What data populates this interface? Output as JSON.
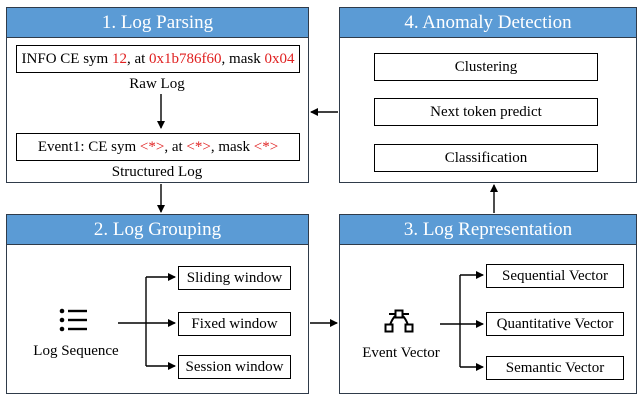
{
  "stage1": {
    "title": "1. Log Parsing",
    "raw_log": {
      "p1": "INFO CE sym ",
      "v1": "12",
      "p2": ", at ",
      "v2": "0x1b786f60",
      "p3": ", mask ",
      "v3": "0x04"
    },
    "raw_label": "Raw Log",
    "structured_log": {
      "p1": "Event1: CE sym ",
      "v1": "<*>",
      "p2": ", at ",
      "v2": "<*>",
      "p3": ", mask ",
      "v3": "<*>"
    },
    "structured_label": "Structured Log"
  },
  "stage2": {
    "title": "2. Log Grouping",
    "source_label": "Log Sequence",
    "source_icon": "list-icon",
    "windows": [
      "Sliding window",
      "Fixed window",
      "Session window"
    ]
  },
  "stage3": {
    "title": "3. Log Representation",
    "source_label": "Event Vector",
    "source_icon": "vector-path-icon",
    "vectors": [
      "Sequential Vector",
      "Quantitative Vector",
      "Semantic Vector"
    ]
  },
  "stage4": {
    "title": "4. Anomaly Detection",
    "methods": [
      "Clustering",
      "Next token predict",
      "Classification"
    ]
  },
  "colors": {
    "header_fill": "#5b9bd5",
    "header_text": "#ffffff",
    "highlight_text": "#e02020",
    "border": "#2f3b4a"
  }
}
